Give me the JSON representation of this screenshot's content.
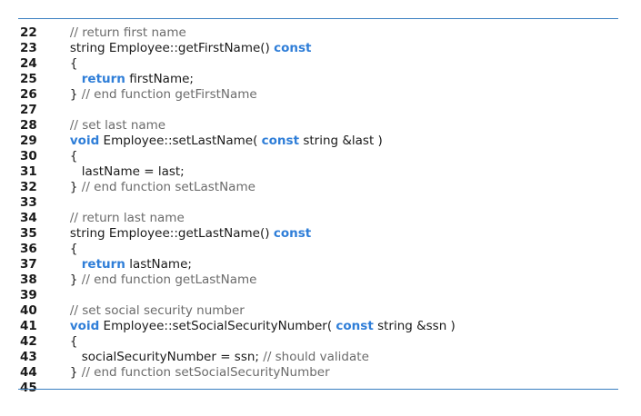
{
  "listing": {
    "lines": [
      {
        "num": "22",
        "parts": [
          {
            "t": "   ",
            "c": "tx"
          },
          {
            "t": "// return first name",
            "c": "cm"
          }
        ]
      },
      {
        "num": "23",
        "parts": [
          {
            "t": "   string Employee::getFirstName() ",
            "c": "tx"
          },
          {
            "t": "const",
            "c": "kw"
          }
        ]
      },
      {
        "num": "24",
        "parts": [
          {
            "t": "   {",
            "c": "tx"
          }
        ]
      },
      {
        "num": "25",
        "parts": [
          {
            "t": "      ",
            "c": "tx"
          },
          {
            "t": "return",
            "c": "kw"
          },
          {
            "t": " firstName;",
            "c": "tx"
          }
        ]
      },
      {
        "num": "26",
        "parts": [
          {
            "t": "   } ",
            "c": "tx"
          },
          {
            "t": "// end function getFirstName",
            "c": "cm"
          }
        ]
      },
      {
        "num": "27",
        "parts": []
      },
      {
        "num": "28",
        "parts": [
          {
            "t": "   ",
            "c": "tx"
          },
          {
            "t": "// set last name",
            "c": "cm"
          }
        ]
      },
      {
        "num": "29",
        "parts": [
          {
            "t": "   ",
            "c": "tx"
          },
          {
            "t": "void",
            "c": "kw"
          },
          {
            "t": " Employee::setLastName( ",
            "c": "tx"
          },
          {
            "t": "const",
            "c": "kw"
          },
          {
            "t": " string &last )",
            "c": "tx"
          }
        ]
      },
      {
        "num": "30",
        "parts": [
          {
            "t": "   {",
            "c": "tx"
          }
        ]
      },
      {
        "num": "31",
        "parts": [
          {
            "t": "      lastName = last;",
            "c": "tx"
          }
        ]
      },
      {
        "num": "32",
        "parts": [
          {
            "t": "   } ",
            "c": "tx"
          },
          {
            "t": "// end function setLastName",
            "c": "cm"
          }
        ]
      },
      {
        "num": "33",
        "parts": []
      },
      {
        "num": "34",
        "parts": [
          {
            "t": "   ",
            "c": "tx"
          },
          {
            "t": "// return last name",
            "c": "cm"
          }
        ]
      },
      {
        "num": "35",
        "parts": [
          {
            "t": "   string Employee::getLastName() ",
            "c": "tx"
          },
          {
            "t": "const",
            "c": "kw"
          }
        ]
      },
      {
        "num": "36",
        "parts": [
          {
            "t": "   {",
            "c": "tx"
          }
        ]
      },
      {
        "num": "37",
        "parts": [
          {
            "t": "      ",
            "c": "tx"
          },
          {
            "t": "return",
            "c": "kw"
          },
          {
            "t": " lastName;",
            "c": "tx"
          }
        ]
      },
      {
        "num": "38",
        "parts": [
          {
            "t": "   } ",
            "c": "tx"
          },
          {
            "t": "// end function getLastName",
            "c": "cm"
          }
        ]
      },
      {
        "num": "39",
        "parts": []
      },
      {
        "num": "40",
        "parts": [
          {
            "t": "   ",
            "c": "tx"
          },
          {
            "t": "// set social security number",
            "c": "cm"
          }
        ]
      },
      {
        "num": "41",
        "parts": [
          {
            "t": "   ",
            "c": "tx"
          },
          {
            "t": "void",
            "c": "kw"
          },
          {
            "t": " Employee::setSocialSecurityNumber( ",
            "c": "tx"
          },
          {
            "t": "const",
            "c": "kw"
          },
          {
            "t": " string &ssn )",
            "c": "tx"
          }
        ]
      },
      {
        "num": "42",
        "parts": [
          {
            "t": "   {",
            "c": "tx"
          }
        ]
      },
      {
        "num": "43",
        "parts": [
          {
            "t": "      socialSecurityNumber = ssn; ",
            "c": "tx"
          },
          {
            "t": "// should validate",
            "c": "cm"
          }
        ]
      },
      {
        "num": "44",
        "parts": [
          {
            "t": "   } ",
            "c": "tx"
          },
          {
            "t": "// end function setSocialSecurityNumber",
            "c": "cm"
          }
        ]
      },
      {
        "num": "45",
        "parts": []
      }
    ]
  },
  "colors": {
    "keyword": "#2f7ed8",
    "comment": "#6b6b6b",
    "text": "#1a1a1a",
    "rule": "#3a7fc1"
  }
}
